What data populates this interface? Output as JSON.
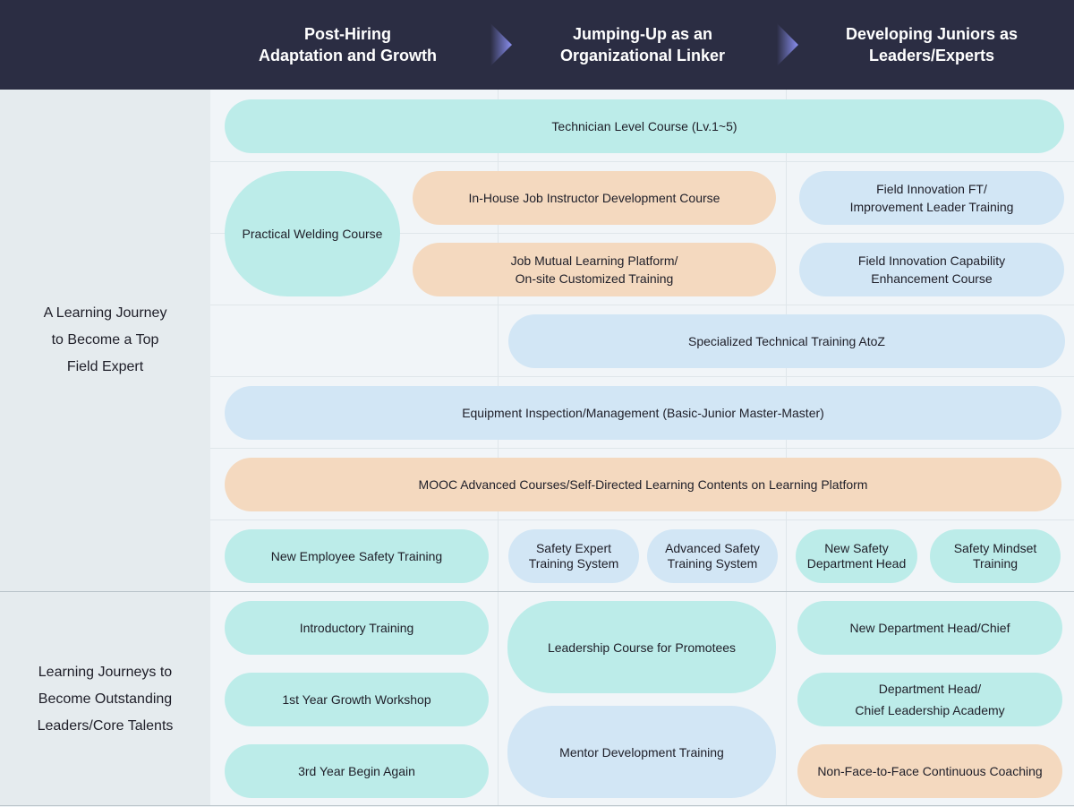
{
  "stages": [
    "Post-Hiring\nAdaptation and Growth",
    "Jumping-Up as an\nOrganizational Linker",
    "Developing Juniors as\nLeaders/Experts"
  ],
  "colors": {
    "header": "#2b2d43",
    "teal": "#bcece9",
    "orange": "#f4d9bf",
    "blue": "#d2e6f5",
    "arrow": "#7a7fd8"
  },
  "journeys": {
    "expert_label": "A Learning Journey\nto Become a Top\nField Expert",
    "leader_label": "Learning Journeys to\nBecome Outstanding\nLeaders/Core Talents"
  },
  "courses": {
    "technician_level": "Technician Level Course (Lv.1~5)",
    "practical_welding": "Practical Welding Course",
    "job_instructor": "In-House Job Instructor Development Course",
    "field_innovation_ft": "Field Innovation FT/\nImprovement Leader Training",
    "job_mutual_learning": "Job Mutual Learning Platform/\nOn-site Customized Training",
    "field_innovation_capability": "Field Innovation Capability\nEnhancement Course",
    "specialized_technical": "Specialized Technical Training AtoZ",
    "equipment_inspection": "Equipment Inspection/Management (Basic-Junior Master-Master)",
    "mooc": "MOOC Advanced Courses/Self-Directed Learning Contents on Learning Platform",
    "new_employee_safety": "New Employee Safety Training",
    "safety_expert": "Safety Expert\nTraining System",
    "advanced_safety": "Advanced Safety\nTraining System",
    "new_safety_head": "New Safety\nDepartment Head",
    "safety_mindset": "Safety Mindset\nTraining",
    "introductory": "Introductory Training",
    "first_year_workshop": "1st Year Growth Workshop",
    "third_year": "3rd Year Begin Again",
    "leadership_promotees": "Leadership Course for Promotees",
    "mentor_development": "Mentor Development Training",
    "new_department_head": "New Department Head/Chief",
    "chief_leadership": "Department Head/\nChief Leadership Academy",
    "non_face_coaching": "Non-Face-to-Face Continuous Coaching"
  }
}
